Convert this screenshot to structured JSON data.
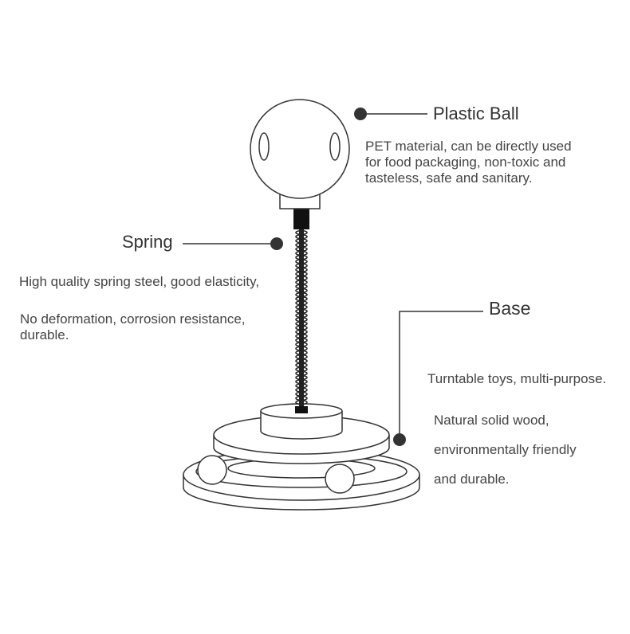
{
  "ball": {
    "title": "Plastic Ball",
    "desc": [
      "PET material, can be directly used",
      "for food packaging, non-toxic and",
      "tasteless, safe and sanitary."
    ]
  },
  "spring": {
    "title": "Spring",
    "desc1": "High quality spring steel, good elasticity,",
    "desc2": [
      "No deformation, corrosion resistance,",
      "durable."
    ]
  },
  "base": {
    "title": "Base",
    "desc0": "Turntable toys, multi-purpose.",
    "desc": [
      "Natural solid wood,",
      "environmentally friendly",
      "and durable."
    ]
  },
  "colors": {
    "stroke": "#333333",
    "text": "#333333",
    "background": "#ffffff"
  }
}
